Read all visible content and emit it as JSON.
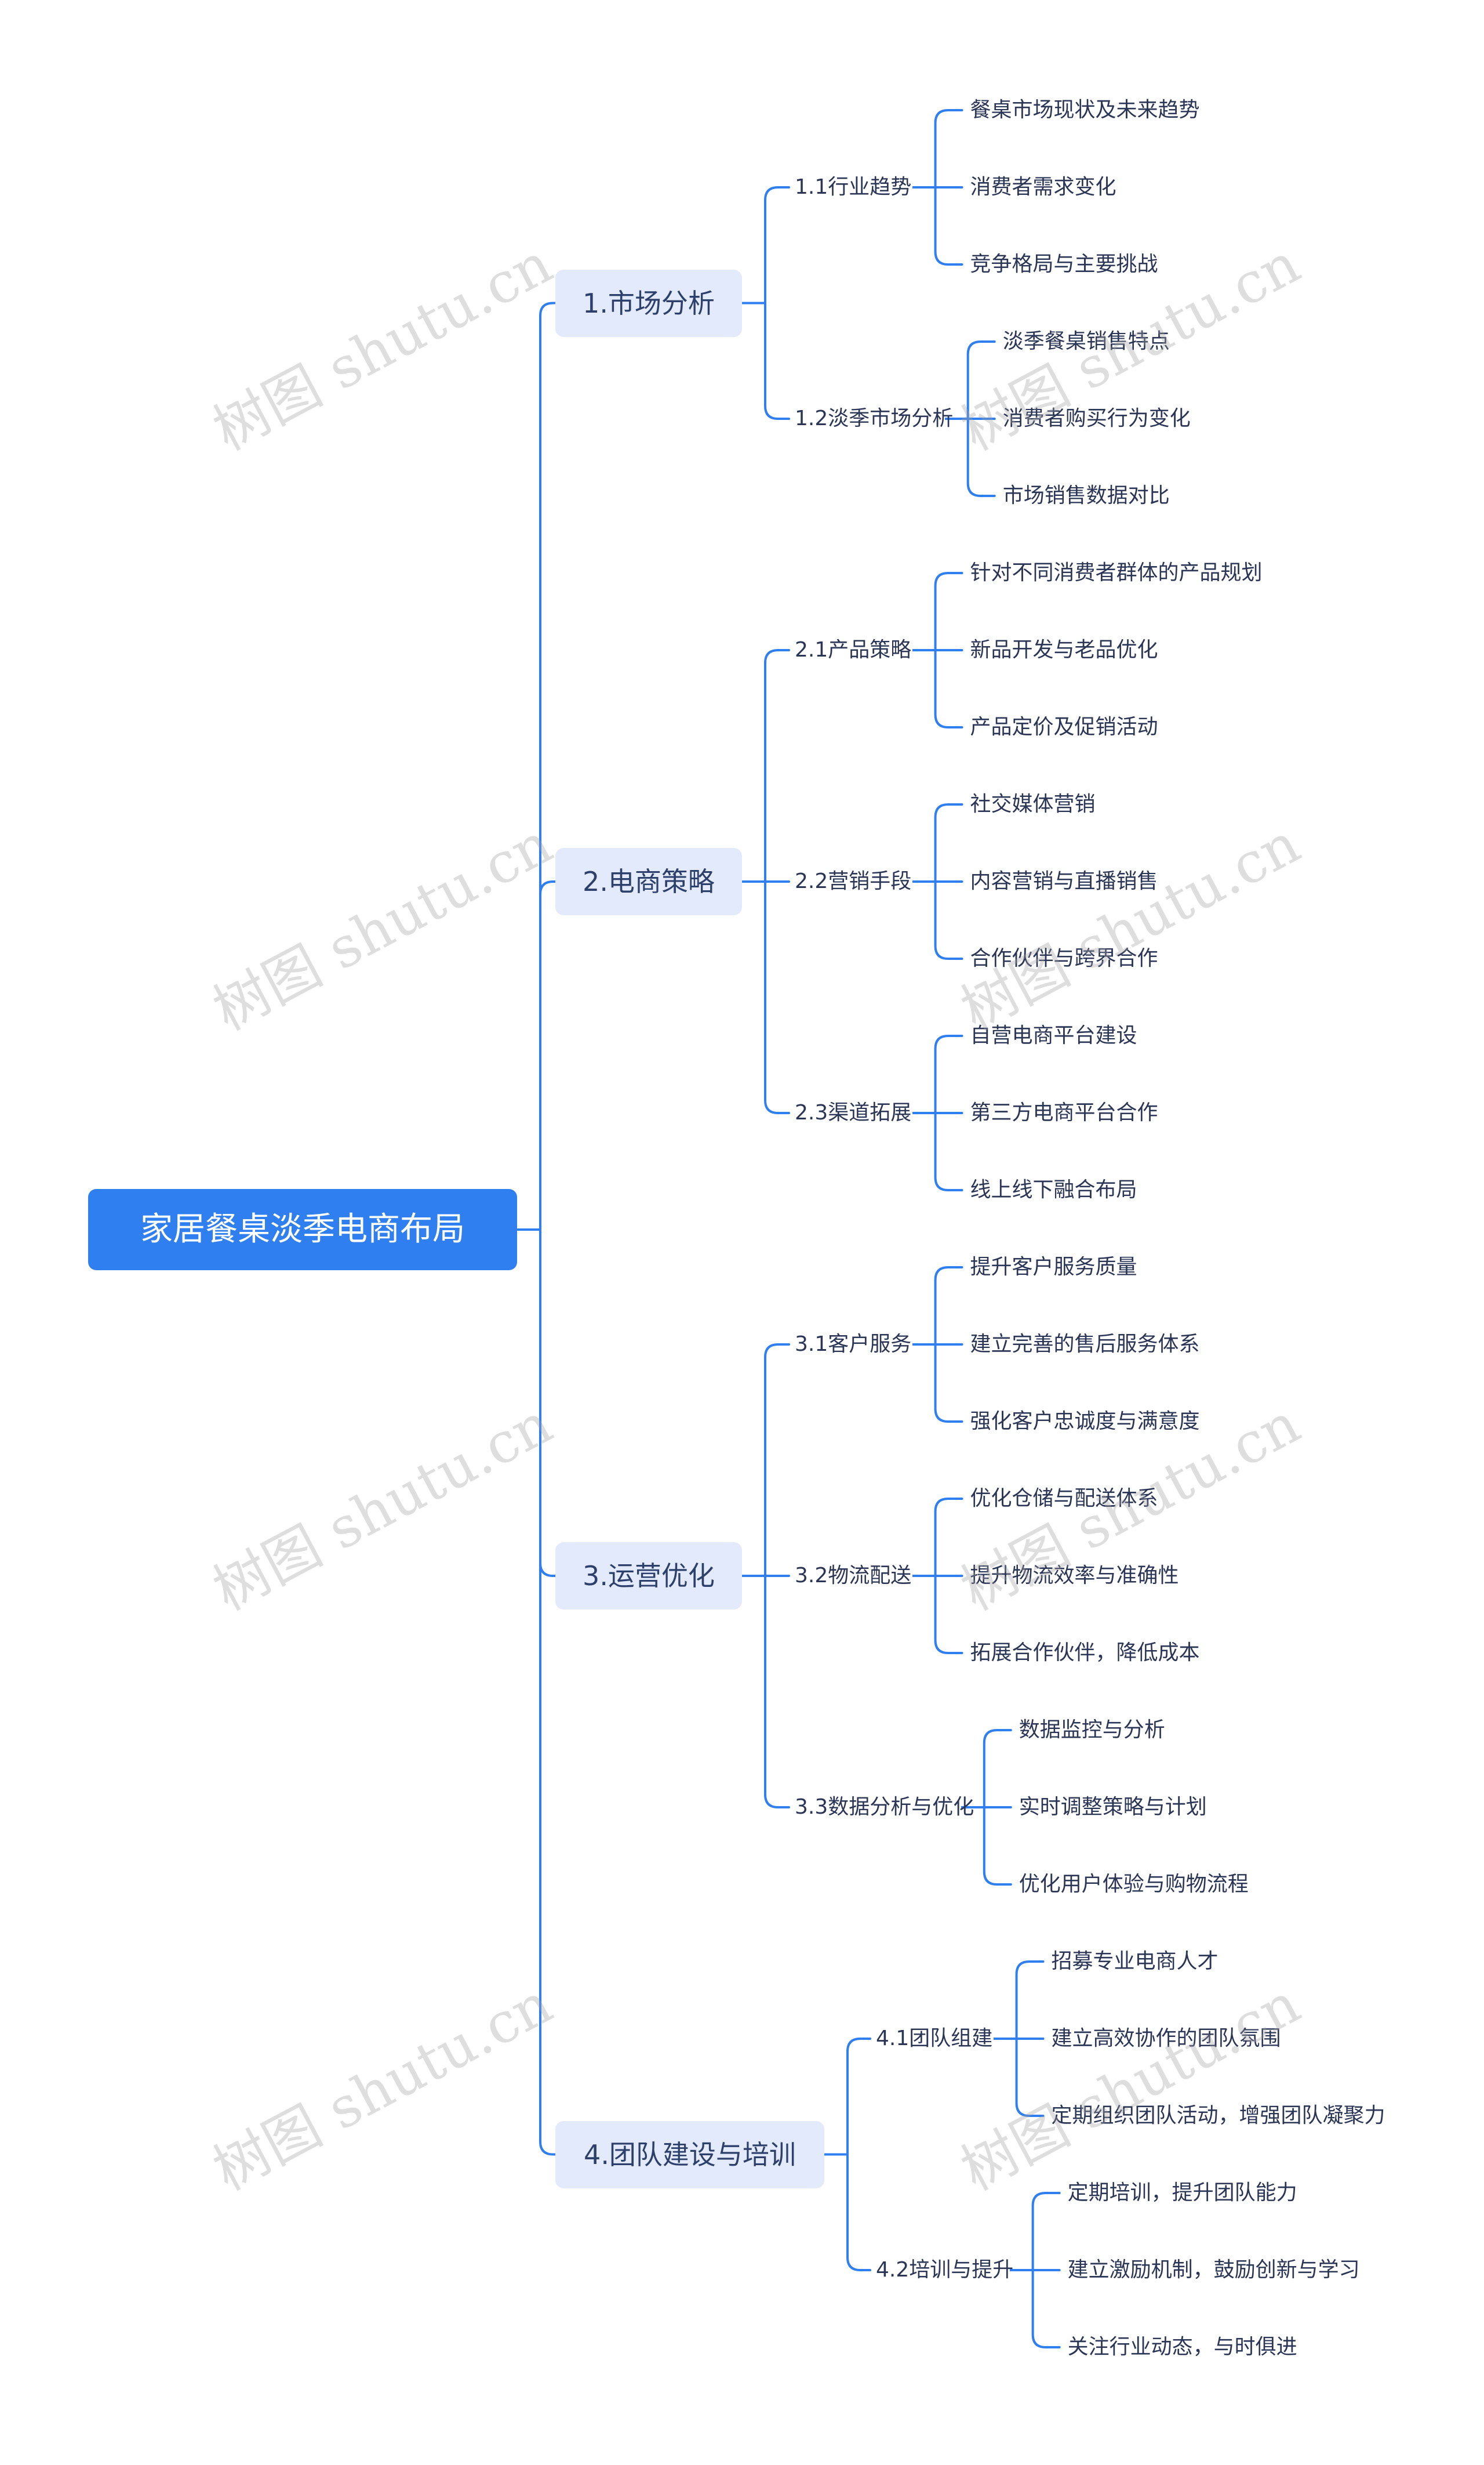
{
  "mindmap": {
    "root": "家居餐桌淡季电商布局",
    "branches": [
      {
        "label": "1.市场分析",
        "children": [
          {
            "label": "1.1行业趋势",
            "items": [
              "餐桌市场现状及未来趋势",
              "消费者需求变化",
              "竞争格局与主要挑战"
            ]
          },
          {
            "label": "1.2淡季市场分析",
            "items": [
              "淡季餐桌销售特点",
              "消费者购买行为变化",
              "市场销售数据对比"
            ]
          }
        ]
      },
      {
        "label": "2.电商策略",
        "children": [
          {
            "label": "2.1产品策略",
            "items": [
              "针对不同消费者群体的产品规划",
              "新品开发与老品优化",
              "产品定价及促销活动"
            ]
          },
          {
            "label": "2.2营销手段",
            "items": [
              "社交媒体营销",
              "内容营销与直播销售",
              "合作伙伴与跨界合作"
            ]
          },
          {
            "label": "2.3渠道拓展",
            "items": [
              "自营电商平台建设",
              "第三方电商平台合作",
              "线上线下融合布局"
            ]
          }
        ]
      },
      {
        "label": "3.运营优化",
        "children": [
          {
            "label": "3.1客户服务",
            "items": [
              "提升客户服务质量",
              "建立完善的售后服务体系",
              "强化客户忠诚度与满意度"
            ]
          },
          {
            "label": "3.2物流配送",
            "items": [
              "优化仓储与配送体系",
              "提升物流效率与准确性",
              "拓展合作伙伴，降低成本"
            ]
          },
          {
            "label": "3.3数据分析与优化",
            "items": [
              "数据监控与分析",
              "实时调整策略与计划",
              "优化用户体验与购物流程"
            ]
          }
        ]
      },
      {
        "label": "4.团队建设与培训",
        "children": [
          {
            "label": "4.1团队组建",
            "items": [
              "招募专业电商人才",
              "建立高效协作的团队氛围",
              "定期组织团队活动，增强团队凝聚力"
            ]
          },
          {
            "label": "4.2培训与提升",
            "items": [
              "定期培训，提升团队能力",
              "建立激励机制，鼓励创新与学习",
              "关注行业动态，与时俱进"
            ]
          }
        ]
      }
    ]
  },
  "watermark": "树图 shutu.cn",
  "colors": {
    "line": "#2f7ff1",
    "root_bg": "#2f7ff1",
    "branch_bg": "#e3eafb"
  }
}
